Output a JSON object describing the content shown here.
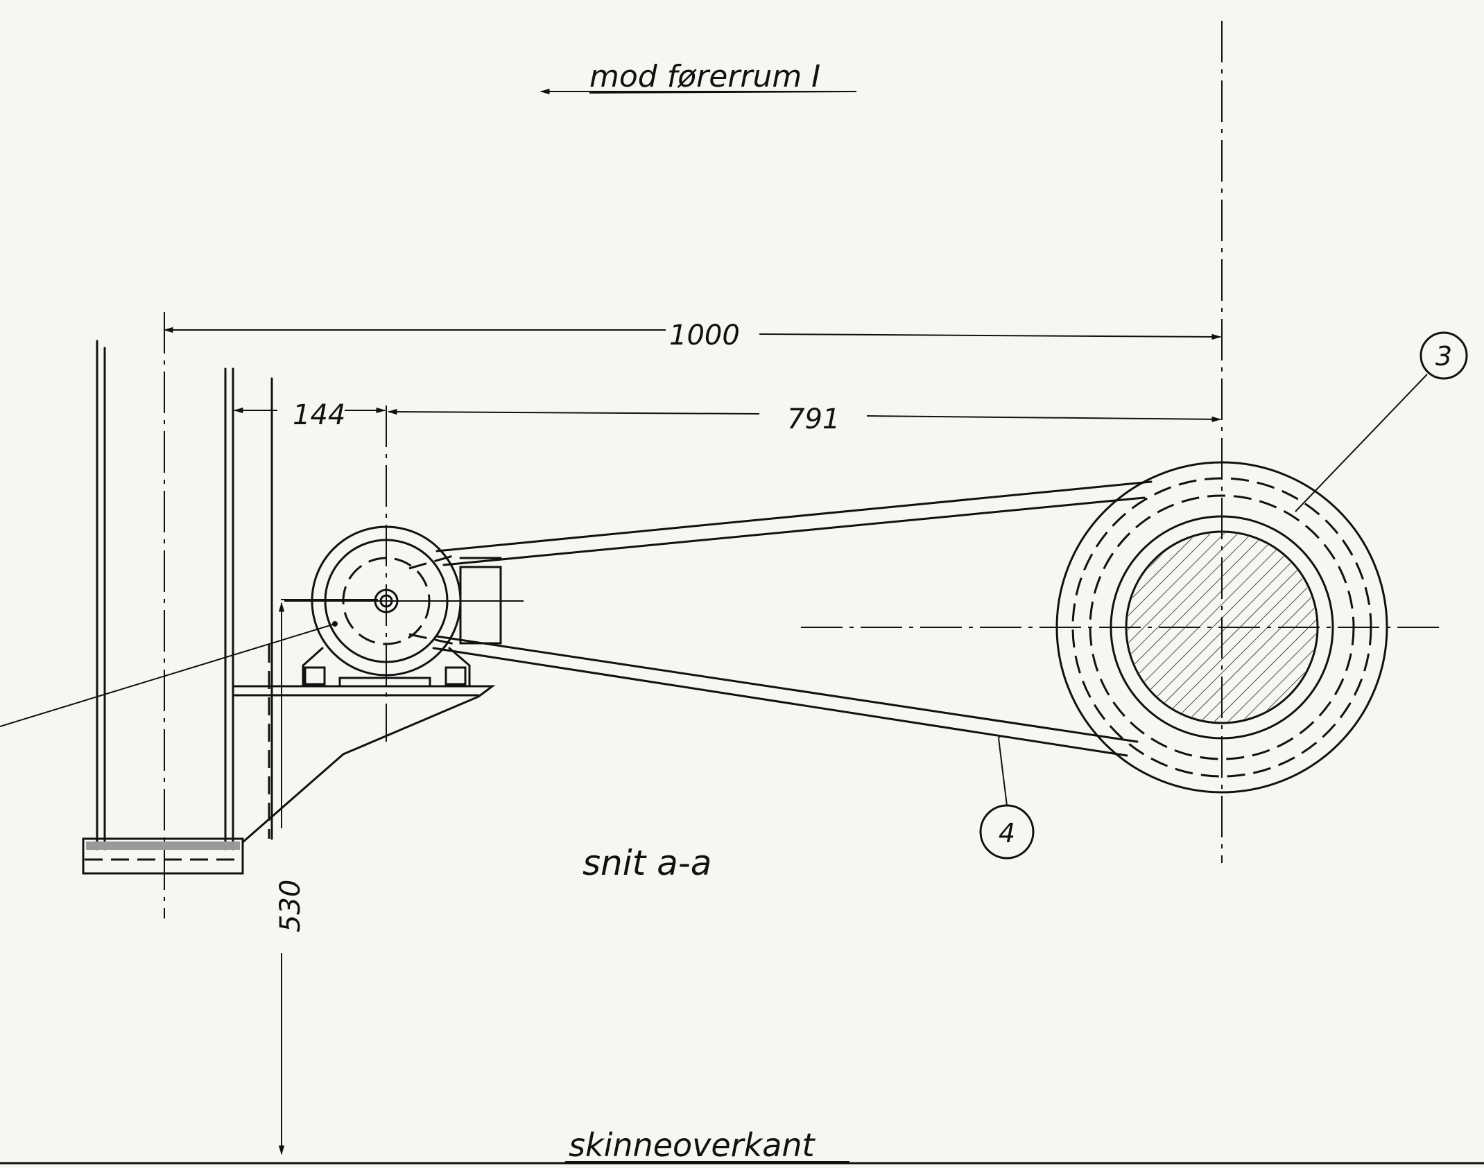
{
  "drawing": {
    "direction_note": "mod førerrum I",
    "section_label": "snit a-a",
    "rail_label": "skinneoverkant",
    "dimensions": {
      "total_width": "1000",
      "offset_small": "144",
      "center_distance": "791",
      "height": "530"
    },
    "item_balloons": {
      "axle_pulley": "3",
      "belt": "4"
    }
  }
}
